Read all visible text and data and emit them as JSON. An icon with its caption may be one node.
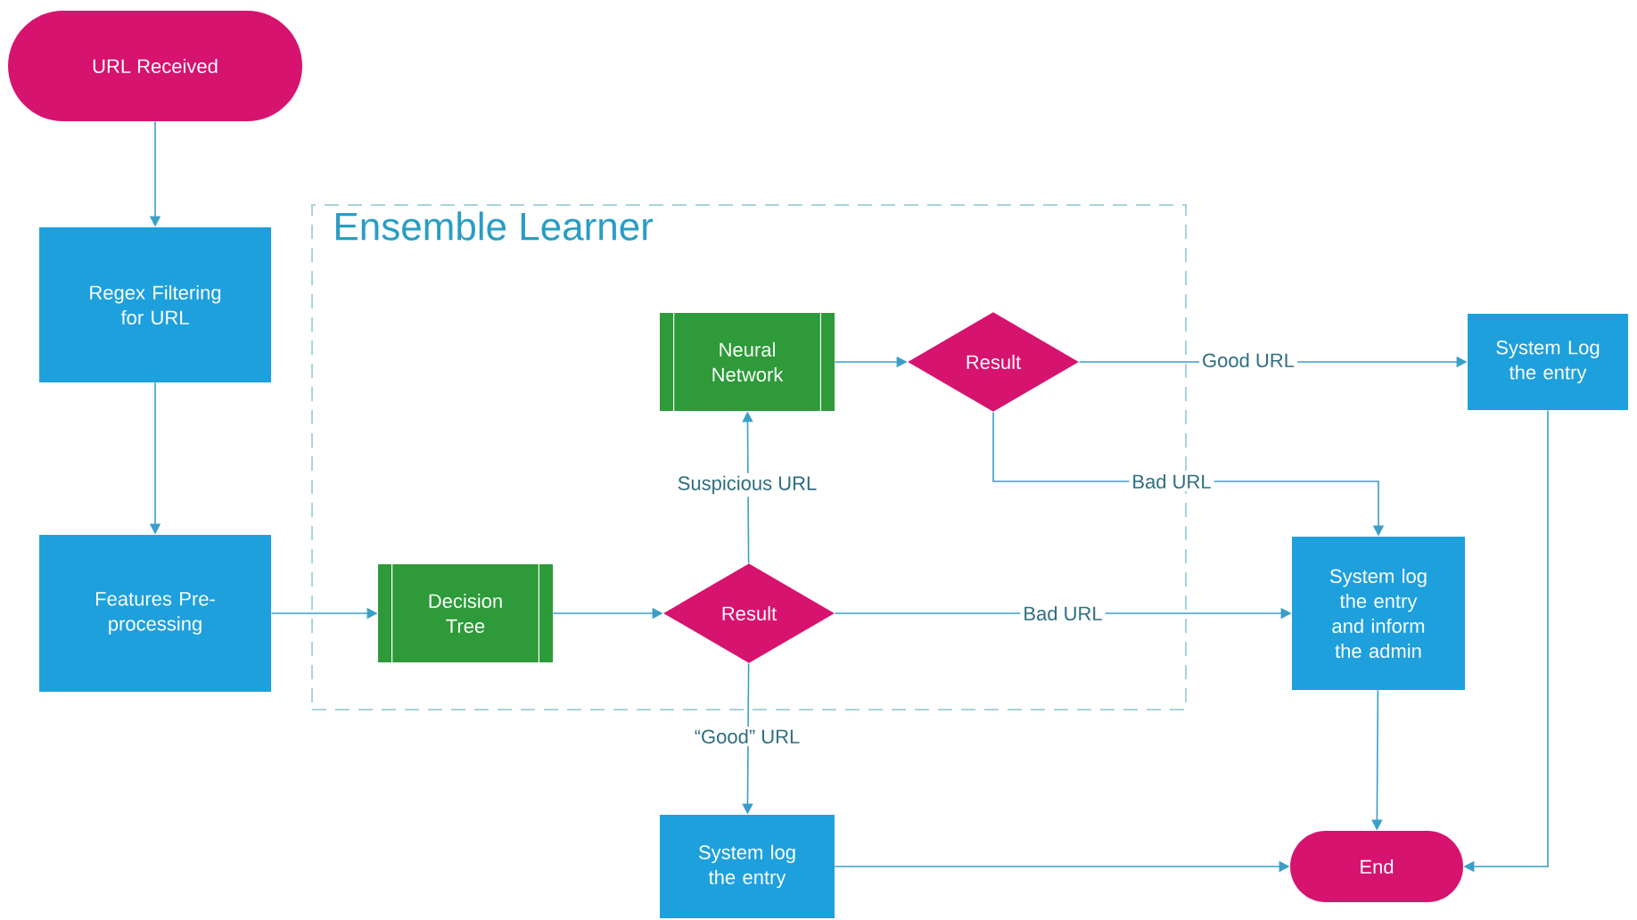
{
  "diagram": {
    "nodes": [
      {
        "text": [
          "URL Received"
        ]
      },
      {
        "text": [
          "Regex Filtering for URL"
        ]
      },
      {
        "text": [
          "Ensemble Learner"
        ]
      },
      {
        "text": [
          "Features Pre-processing"
        ]
      },
      {
        "text": [
          "Decision Tree"
        ],
        "in": 2
      },
      {
        "text": [
          "Result"
        ],
        "in": 2
      },
      {
        "text": [
          "Neural Network"
        ],
        "in": 2
      },
      {
        "text": [
          "Result"
        ],
        "in": 2
      },
      {
        "text": [
          "System Log the entry"
        ]
      },
      {
        "text": [
          "System log the entry and inform the admin"
        ]
      },
      {
        "text": [
          "System log the entry"
        ]
      },
      {
        "text": [
          "End"
        ]
      }
    ],
    "edges": [
      {
        "from": 0,
        "to": 1,
        "arrow": "to"
      },
      {
        "from": 1,
        "to": 3,
        "arrow": "to"
      },
      {
        "from": 3,
        "to": 4,
        "arrow": "to"
      },
      {
        "from": 4,
        "to": 5,
        "arrow": "to"
      },
      {
        "from": 5,
        "to": 6,
        "arrow": "to",
        "label": "Suspicious URL"
      },
      {
        "from": 6,
        "to": 7,
        "arrow": "to"
      },
      {
        "from": 7,
        "to": 8,
        "arrow": "to",
        "label": "Good URL"
      },
      {
        "from": 7,
        "to": 9,
        "arrow": "to",
        "label": "Bad URL"
      },
      {
        "from": 5,
        "to": 9,
        "arrow": "to",
        "label": "Bad URL"
      },
      {
        "from": 5,
        "to": 10,
        "arrow": "to",
        "label": "“Good” URL"
      },
      {
        "from": 10,
        "to": 11,
        "arrow": "to"
      },
      {
        "from": 9,
        "to": 11,
        "arrow": "to"
      },
      {
        "from": 8,
        "to": 11,
        "arrow": "to"
      }
    ]
  }
}
